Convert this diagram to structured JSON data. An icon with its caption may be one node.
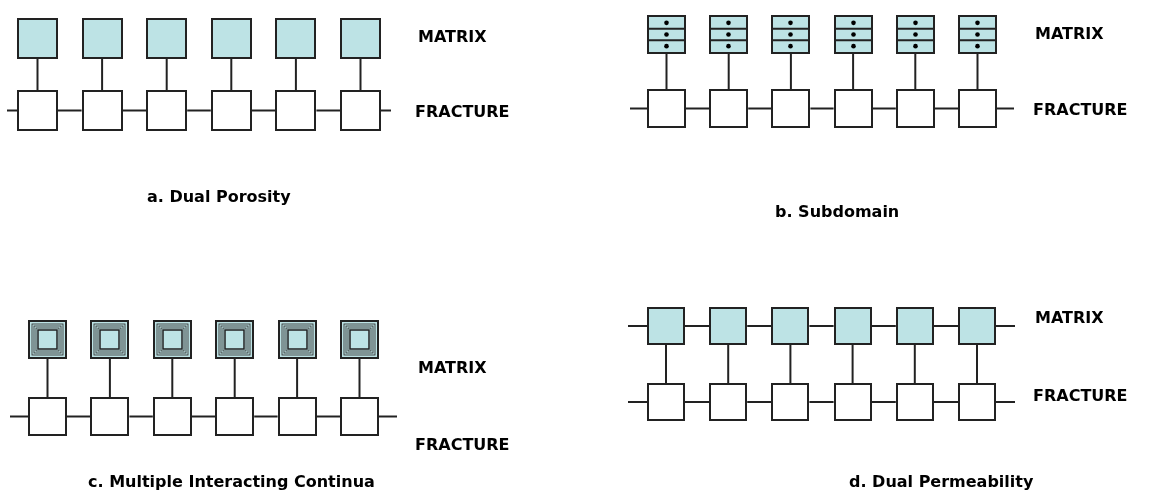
{
  "diagram": {
    "nodes": [
      {
        "text": [],
        "shape": "box"
      },
      {
        "text": [],
        "shape": "box"
      },
      {
        "text": [],
        "shape": "box"
      },
      {
        "text": [],
        "shape": "box"
      },
      {
        "text": [],
        "shape": "box"
      },
      {
        "text": [],
        "shape": "box"
      },
      {
        "text": [],
        "shape": "box"
      },
      {
        "text": [],
        "shape": "box"
      },
      {
        "text": [],
        "shape": "box"
      },
      {
        "text": [],
        "shape": "box"
      },
      {
        "text": [],
        "shape": "box"
      },
      {
        "text": [],
        "shape": "box"
      },
      {
        "text": [],
        "shape": "box"
      },
      {
        "text": [],
        "shape": "box"
      },
      {
        "text": [],
        "shape": "box"
      },
      {
        "text": [],
        "shape": "box"
      },
      {
        "text": [],
        "shape": "box"
      },
      {
        "text": [],
        "shape": "box"
      },
      {
        "text": [],
        "shape": "box"
      },
      {
        "text": [],
        "shape": "box"
      },
      {
        "text": [],
        "shape": "box"
      },
      {
        "text": [],
        "shape": "box"
      },
      {
        "text": [],
        "shape": "box"
      },
      {
        "text": [],
        "shape": "box"
      },
      {
        "text": [],
        "shape": "box"
      },
      {
        "text": [],
        "shape": "box"
      },
      {
        "text": [],
        "shape": "box"
      },
      {
        "text": [],
        "shape": "box"
      },
      {
        "text": [],
        "shape": "box"
      },
      {
        "text": [],
        "shape": "box"
      },
      {
        "text": [],
        "shape": "box"
      },
      {
        "text": [],
        "shape": "box"
      },
      {
        "text": [],
        "shape": "box"
      },
      {
        "text": [],
        "shape": "box"
      },
      {
        "text": [],
        "shape": "box"
      },
      {
        "text": [],
        "shape": "box"
      },
      {
        "text": [],
        "shape": "box"
      },
      {
        "text": [],
        "shape": "box"
      },
      {
        "text": [],
        "shape": "box"
      },
      {
        "text": [],
        "shape": "box"
      },
      {
        "text": [],
        "shape": "box"
      },
      {
        "text": [],
        "shape": "box"
      },
      {
        "text": [],
        "shape": "box"
      },
      {
        "text": [],
        "shape": "box"
      },
      {
        "text": [],
        "shape": "box"
      },
      {
        "text": [],
        "shape": "box"
      },
      {
        "text": [],
        "shape": "box"
      },
      {
        "text": [],
        "shape": "box"
      }
    ],
    "edges": [
      {
        "from": 0,
        "to": 6,
        "arrow": "none"
      },
      {
        "from": 1,
        "to": 7,
        "arrow": "none"
      },
      {
        "from": 2,
        "to": 8,
        "arrow": "none"
      },
      {
        "from": 3,
        "to": 9,
        "arrow": "none"
      },
      {
        "from": 4,
        "to": 10,
        "arrow": "none"
      },
      {
        "from": 5,
        "to": 11,
        "arrow": "none"
      },
      {
        "from": null,
        "to": 6,
        "arrow": "none"
      },
      {
        "from": 6,
        "to": 7,
        "arrow": "none"
      },
      {
        "from": 7,
        "to": 8,
        "arrow": "none"
      },
      {
        "from": 8,
        "to": 9,
        "arrow": "none"
      },
      {
        "from": 9,
        "to": 10,
        "arrow": "none"
      },
      {
        "from": 10,
        "to": 11,
        "arrow": "none"
      },
      {
        "from": 11,
        "to": null,
        "arrow": "none"
      },
      {
        "from": 12,
        "to": 18,
        "arrow": "none"
      },
      {
        "from": 13,
        "to": 19,
        "arrow": "none"
      },
      {
        "from": 14,
        "to": 20,
        "arrow": "none"
      },
      {
        "from": 15,
        "to": 21,
        "arrow": "none"
      },
      {
        "from": 16,
        "to": 22,
        "arrow": "none"
      },
      {
        "from": 17,
        "to": 23,
        "arrow": "none"
      },
      {
        "from": null,
        "to": 18,
        "arrow": "none"
      },
      {
        "from": 18,
        "to": 19,
        "arrow": "none"
      },
      {
        "from": 19,
        "to": 20,
        "arrow": "none"
      },
      {
        "from": 20,
        "to": 21,
        "arrow": "none"
      },
      {
        "from": 21,
        "to": 22,
        "arrow": "none"
      },
      {
        "from": 22,
        "to": 23,
        "arrow": "none"
      },
      {
        "from": 23,
        "to": null,
        "arrow": "none"
      },
      {
        "from": 24,
        "to": 30,
        "arrow": "none"
      },
      {
        "from": 25,
        "to": 31,
        "arrow": "none"
      },
      {
        "from": 26,
        "to": 32,
        "arrow": "none"
      },
      {
        "from": 27,
        "to": 33,
        "arrow": "none"
      },
      {
        "from": 28,
        "to": 34,
        "arrow": "none"
      },
      {
        "from": 29,
        "to": 35,
        "arrow": "none"
      },
      {
        "from": null,
        "to": 30,
        "arrow": "none"
      },
      {
        "from": 30,
        "to": 31,
        "arrow": "none"
      },
      {
        "from": 31,
        "to": 32,
        "arrow": "none"
      },
      {
        "from": 32,
        "to": 33,
        "arrow": "none"
      },
      {
        "from": 33,
        "to": 34,
        "arrow": "none"
      },
      {
        "from": 34,
        "to": 35,
        "arrow": "none"
      },
      {
        "from": 35,
        "to": null,
        "arrow": "none"
      },
      {
        "from": 36,
        "to": 42,
        "arrow": "none"
      },
      {
        "from": 37,
        "to": 43,
        "arrow": "none"
      },
      {
        "from": 38,
        "to": 44,
        "arrow": "none"
      },
      {
        "from": 39,
        "to": 45,
        "arrow": "none"
      },
      {
        "from": 40,
        "to": 46,
        "arrow": "none"
      },
      {
        "from": 41,
        "to": 47,
        "arrow": "none"
      },
      {
        "from": null,
        "to": 36,
        "arrow": "none"
      },
      {
        "from": 36,
        "to": 37,
        "arrow": "none"
      },
      {
        "from": 37,
        "to": 38,
        "arrow": "none"
      },
      {
        "from": 38,
        "to": 39,
        "arrow": "none"
      },
      {
        "from": 39,
        "to": 40,
        "arrow": "none"
      },
      {
        "from": 40,
        "to": 41,
        "arrow": "none"
      },
      {
        "from": 41,
        "to": null,
        "arrow": "none"
      },
      {
        "from": null,
        "to": 42,
        "arrow": "none"
      },
      {
        "from": 42,
        "to": 43,
        "arrow": "none"
      },
      {
        "from": 43,
        "to": 44,
        "arrow": "none"
      },
      {
        "from": 44,
        "to": 45,
        "arrow": "none"
      },
      {
        "from": 45,
        "to": 46,
        "arrow": "none"
      },
      {
        "from": 46,
        "to": 47,
        "arrow": "none"
      },
      {
        "from": 47,
        "to": null,
        "arrow": "none"
      }
    ],
    "labels": [
      "MATRIX",
      "FRACTURE",
      "a. Dual Porosity",
      "MATRIX",
      "FRACTURE",
      "b. Subdomain",
      "MATRIX",
      "FRACTURE",
      "c. Multiple Interacting Continua",
      "MATRIX",
      "FRACTURE",
      "d. Dual Permeability"
    ]
  }
}
